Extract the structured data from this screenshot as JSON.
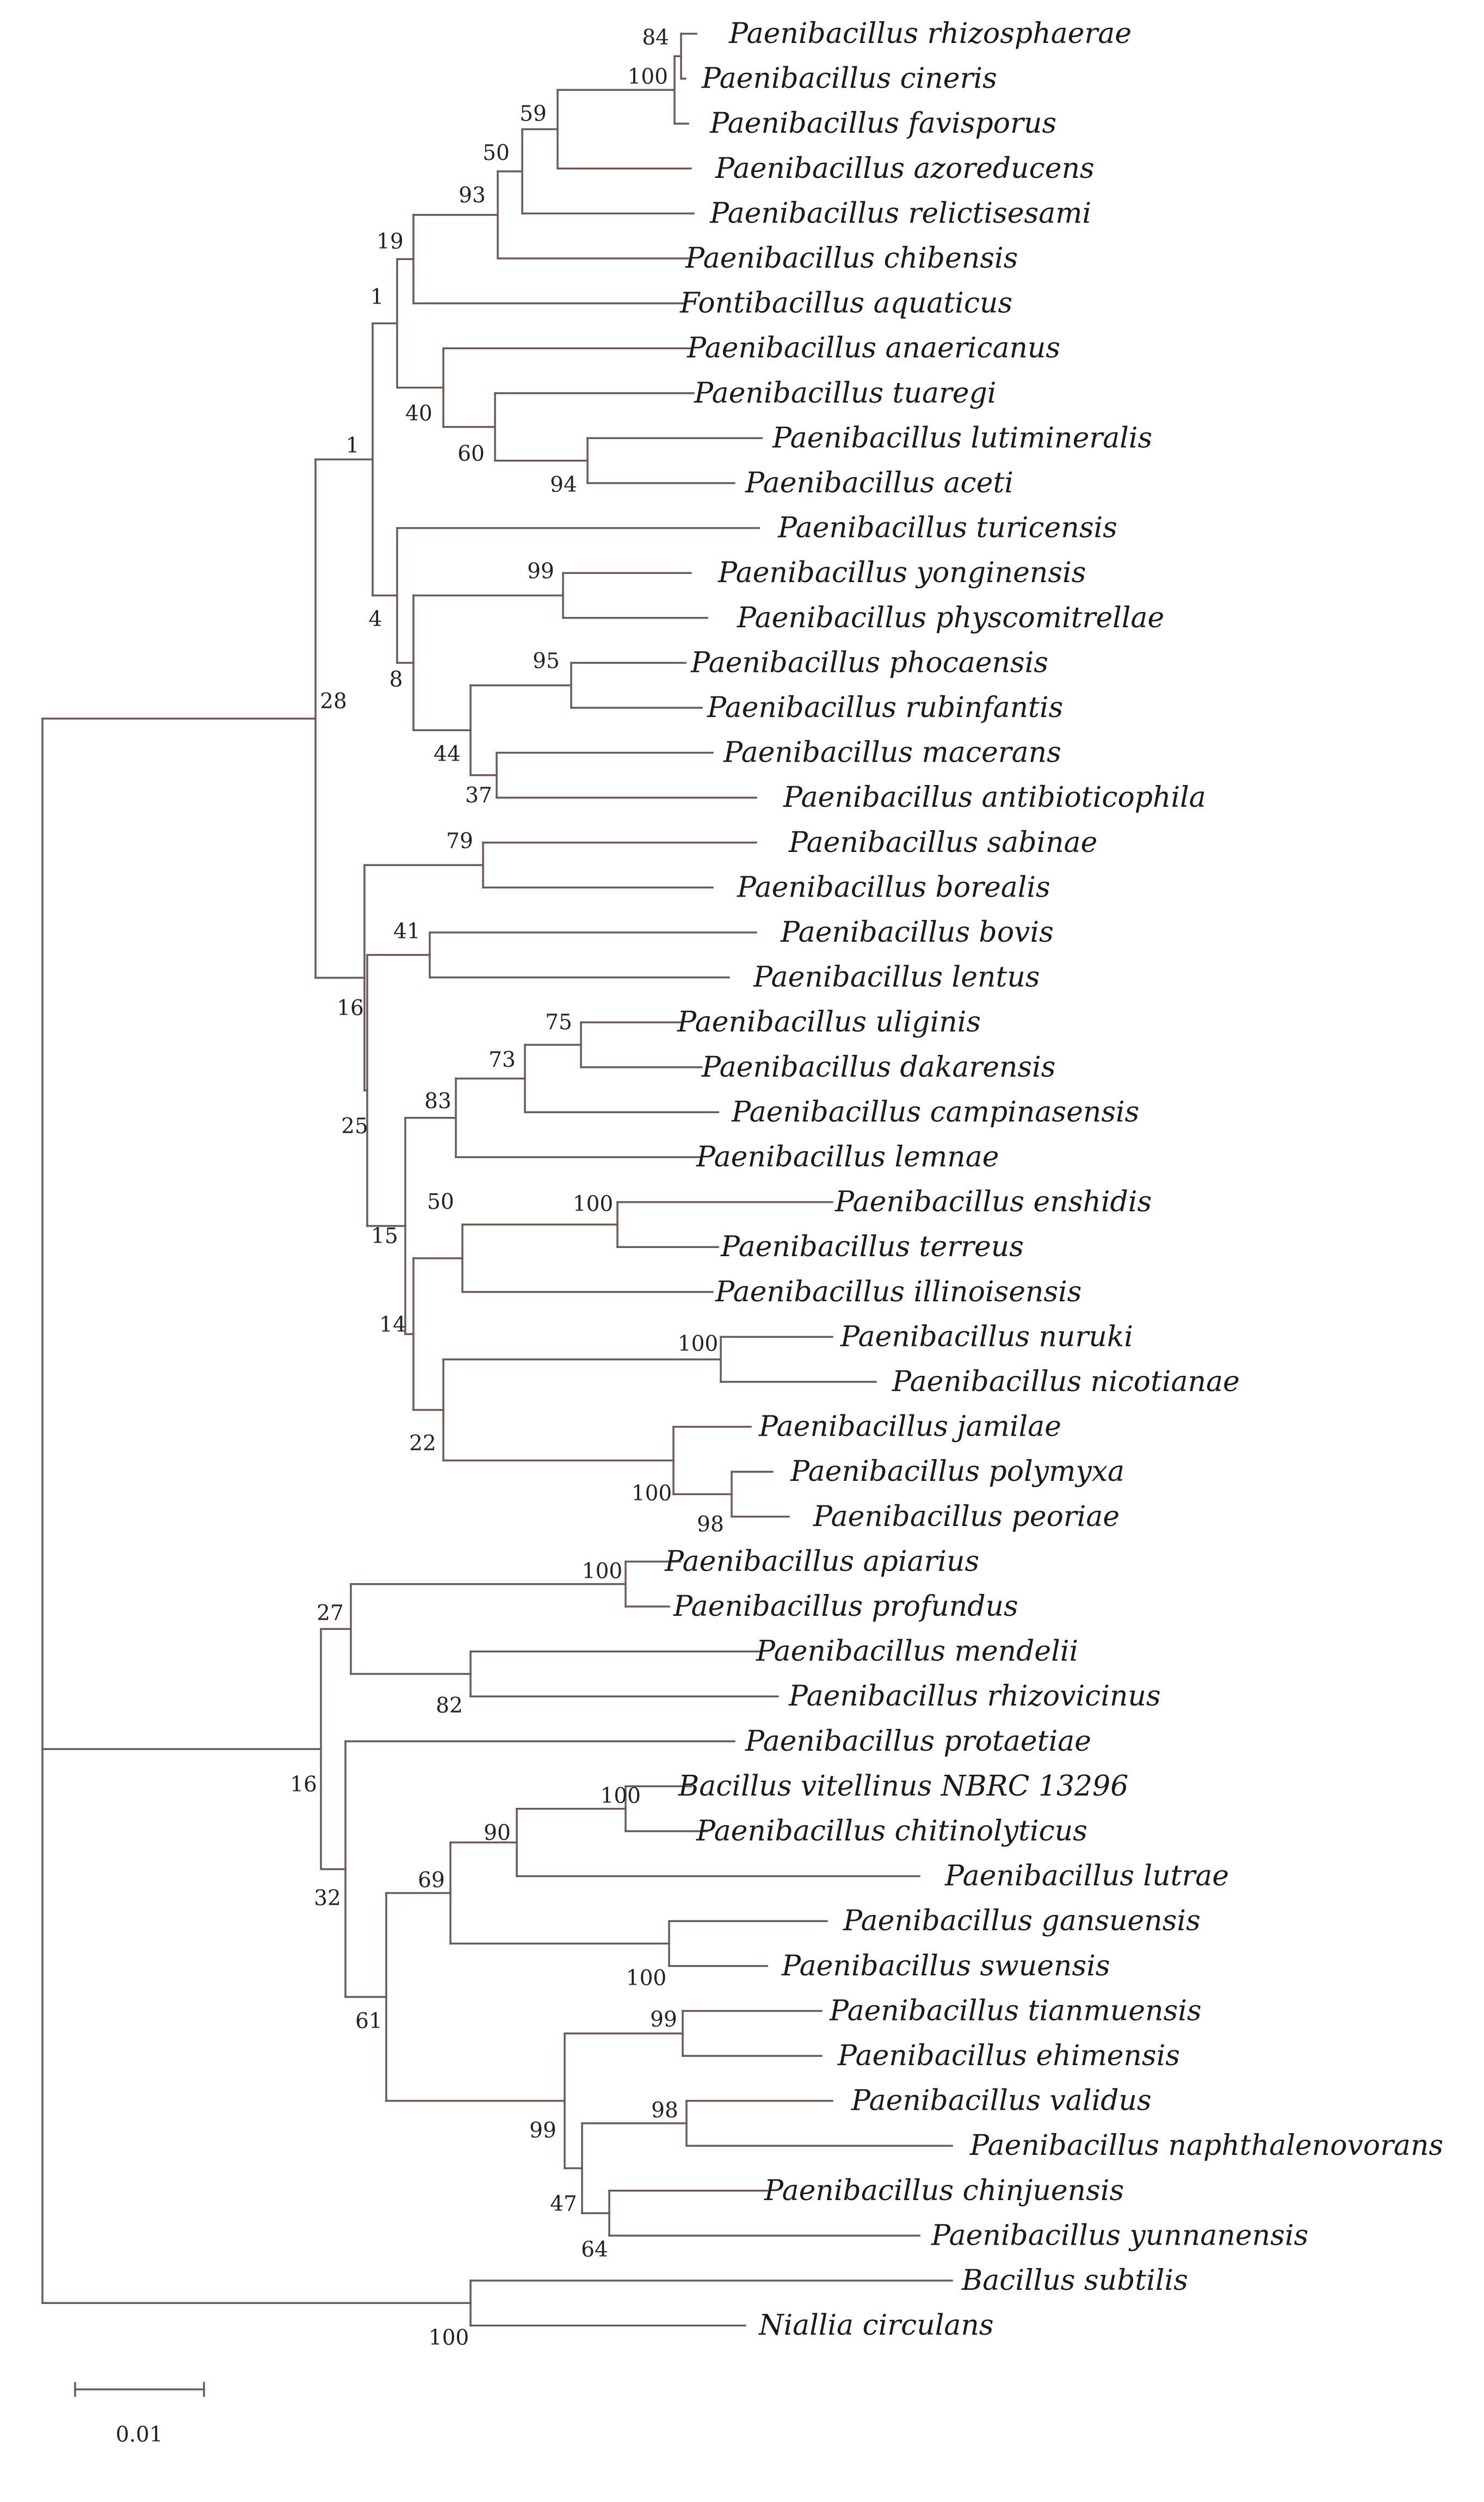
{
  "tree": {
    "taxa": [
      "Paenibacillus rhizosphaerae",
      "Paenibacillus cineris",
      "Paenibacillus favisporus",
      "Paenibacillus azoreducens",
      "Paenibacillus relictisesami",
      "Paenibacillus chibensis",
      "Fontibacillus aquaticus",
      "Paenibacillus anaericanus",
      "Paenibacillus tuaregi",
      "Paenibacillus lutimineralis",
      "Paenibacillus aceti",
      "Paenibacillus turicensis",
      "Paenibacillus yonginensis",
      "Paenibacillus physcomitrellae",
      "Paenibacillus phocaensis",
      "Paenibacillus rubinfantis",
      "Paenibacillus macerans",
      "Paenibacillus antibioticophila",
      "Paenibacillus sabinae",
      "Paenibacillus borealis",
      "Paenibacillus bovis",
      "Paenibacillus lentus",
      "Paenibacillus uliginis",
      "Paenibacillus dakarensis",
      "Paenibacillus campinasensis",
      "Paenibacillus lemnae",
      "Paenibacillus enshidis",
      "Paenibacillus terreus",
      "Paenibacillus illinoisensis",
      "Paenibacillus nuruki",
      "Paenibacillus nicotianae",
      "Paenibacillus jamilae",
      "Paenibacillus polymyxa",
      "Paenibacillus peoriae",
      "Paenibacillus apiarius",
      "Paenibacillus profundus",
      "Paenibacillus mendelii",
      "Paenibacillus rhizovicinus",
      "Paenibacillus protaetiae",
      "Bacillus vitellinus NBRC 13296",
      "Paenibacillus chitinolyticus",
      "Paenibacillus lutrae",
      "Paenibacillus gansuensis",
      "Paenibacillus swuensis",
      "Paenibacillus tianmuensis",
      "Paenibacillus ehimensis",
      "Paenibacillus validus",
      "Paenibacillus naphthalenovorans",
      "Paenibacillus chinjuensis",
      "Paenibacillus yunnanensis",
      "Bacillus subtilis",
      "Niallia circulans"
    ],
    "support_values": [
      "84",
      "100",
      "59",
      "50",
      "93",
      "19",
      "1",
      "1",
      "40",
      "60",
      "94",
      "99",
      "4",
      "8",
      "95",
      "44",
      "37",
      "28",
      "79",
      "41",
      "16",
      "75",
      "73",
      "83",
      "25",
      "100",
      "50",
      "15",
      "100",
      "14",
      "22",
      "100",
      "98",
      "100",
      "27",
      "82",
      "16",
      "100",
      "90",
      "69",
      "32",
      "100",
      "99",
      "61",
      "98",
      "99",
      "47",
      "64",
      "100"
    ],
    "scale_bar_label": "0.01"
  },
  "colors": {
    "branch": "#6b5a55",
    "text": "#1a1a1a",
    "background": "#ffffff"
  }
}
